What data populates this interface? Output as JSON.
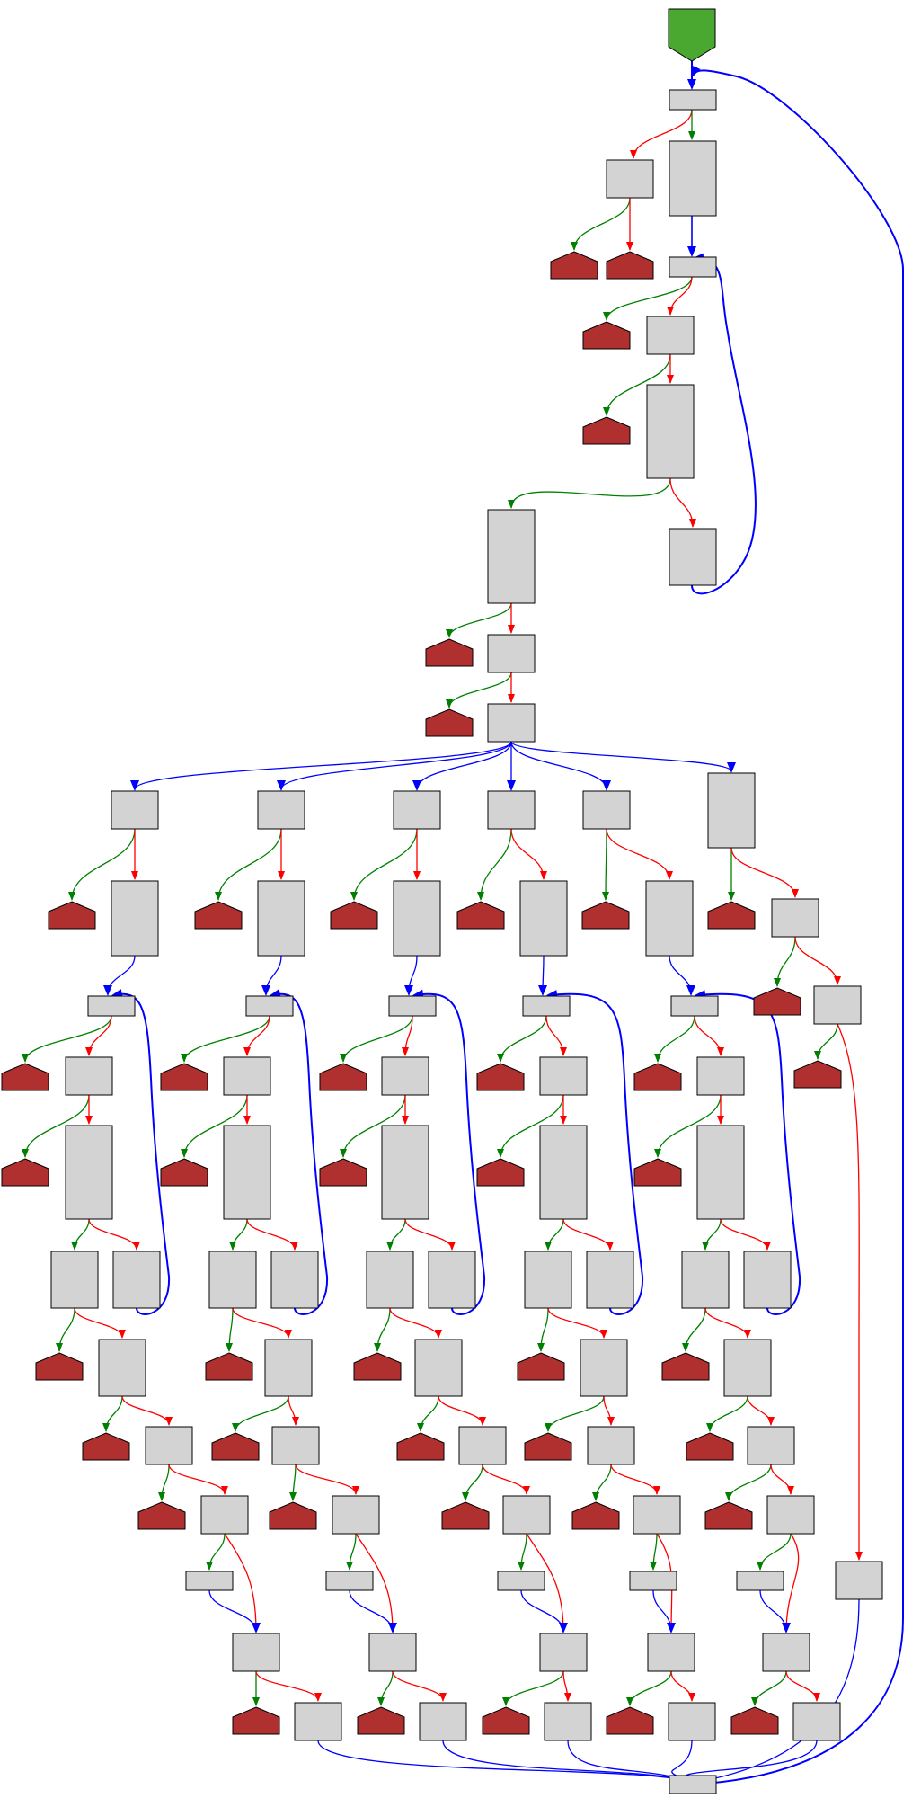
{
  "graph": {
    "type": "control-flow-graph",
    "colors": {
      "background": "#ffffff",
      "block_fill": "#d3d3d3",
      "block_stroke": "#000000",
      "exit_fill": "#b03030",
      "entry_fill": "#4aa830",
      "edge_true": "#008000",
      "edge_false": "#ff0000",
      "edge_unconditional": "#0000ff"
    },
    "node_shapes": {
      "entry": "inverted-pentagon",
      "exit": "house-pentagon",
      "block": "rectangle"
    },
    "node_count": {
      "entry": 1,
      "blocks": 76,
      "exits": 41
    },
    "edge_kinds": [
      "true",
      "false",
      "unconditional"
    ]
  }
}
